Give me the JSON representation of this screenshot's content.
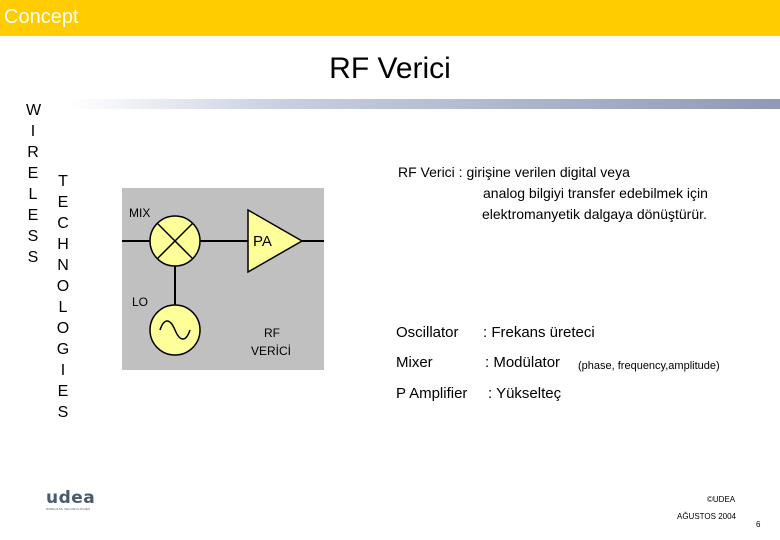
{
  "header": {
    "tab_label": "Concept",
    "accent": "#ffcc00"
  },
  "slide": {
    "title": "RF Verici"
  },
  "side_words": {
    "word1": [
      "W",
      "I",
      "R",
      "E",
      "L",
      "E",
      "S",
      "S"
    ],
    "word2": [
      "T",
      "E",
      "C",
      "H",
      "N",
      "O",
      "L",
      "O",
      "G",
      "I",
      "E",
      "S"
    ]
  },
  "diagram": {
    "mix_label": "MIX",
    "pa_label": "PA",
    "lo_label": "LO",
    "rf_label_line1": "RF",
    "rf_label_line2": "VERİCİ",
    "box_color": "#c0c0c0",
    "block_color": "#ffff99"
  },
  "description": {
    "line1": "RF Verici : girişine verilen digital veya",
    "line2": "analog bilgiyi transfer edebilmek için",
    "line3": "elektromanyetik dalgaya dönüştürür."
  },
  "components": {
    "oscillator_name": "Oscillator",
    "oscillator_desc": ": Frekans üreteci",
    "mixer_name": "Mixer",
    "mixer_desc": ": Modülator",
    "mixer_note": "(phase, frequency,amplitude)",
    "amp_name": "P Amplifier",
    "amp_desc": ": Yükselteç"
  },
  "footer": {
    "logo_text": "udea",
    "logo_sub": "WIRELESS TECHNOLOGIES",
    "copyright": "©UDEA",
    "date": "AĞUSTOS 2004",
    "page_number": "6"
  }
}
